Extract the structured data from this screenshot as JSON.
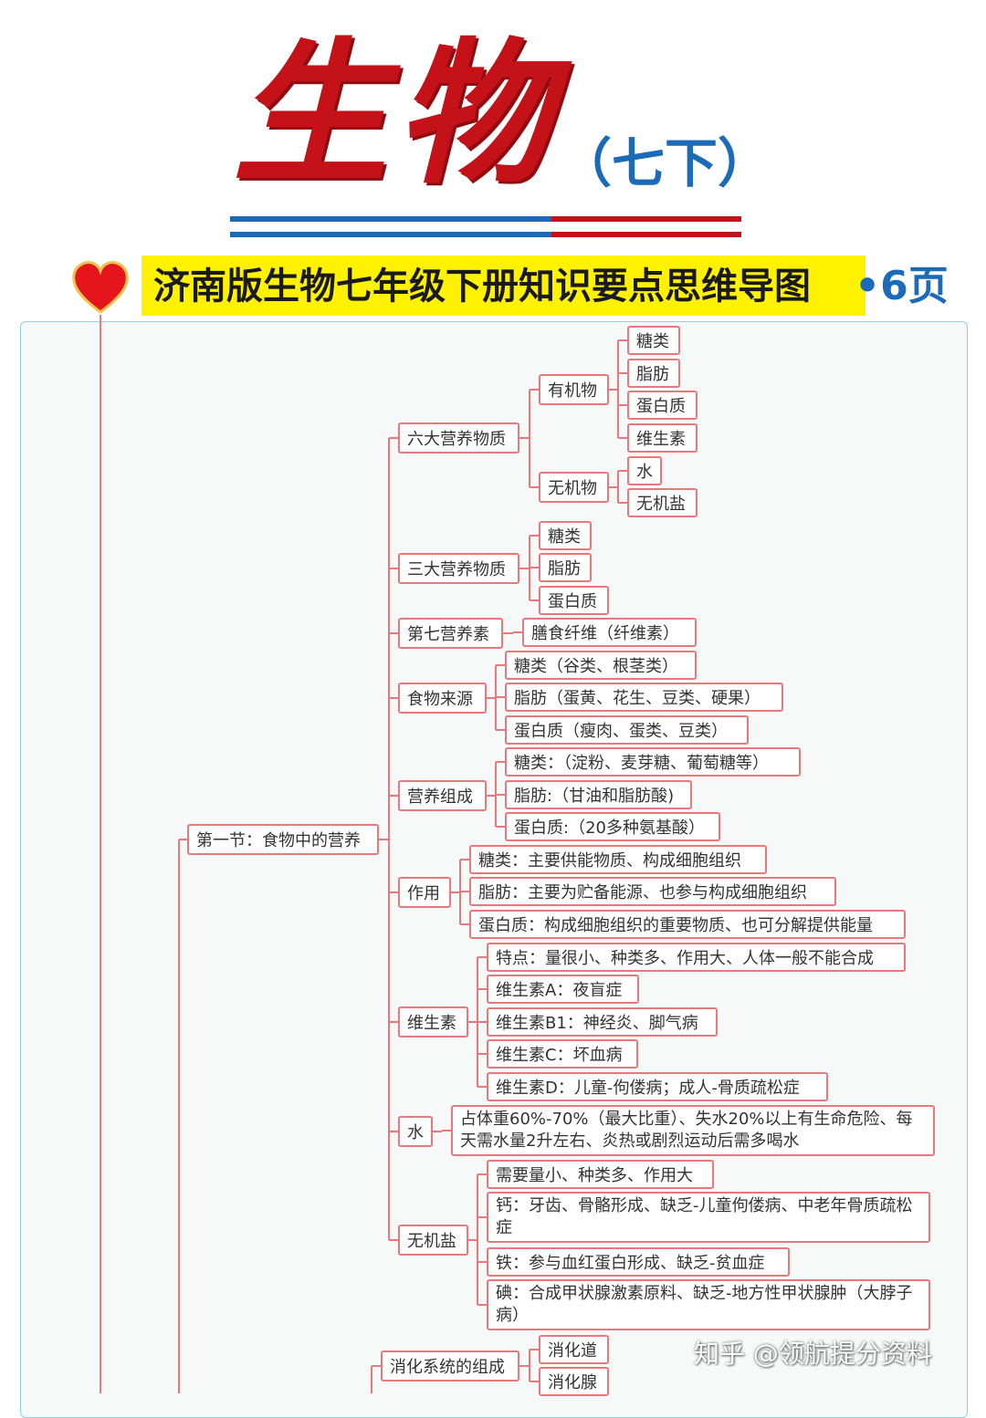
{
  "header": {
    "title": "生物",
    "subtitle": "（七下）",
    "banner": "济南版生物七年级下册知识要点思维导图",
    "pages": "•6页"
  },
  "watermark": "知乎 @领航提分资料",
  "colors": {
    "accent_red": "#c41218",
    "accent_blue": "#1c6bb8",
    "banner_yellow": "#fff200",
    "line": "#e8787c"
  },
  "mindmap": {
    "section1": {
      "label": "第一节：食物中的营养",
      "nutrients6": {
        "label": "六大营养物质",
        "organic": {
          "label": "有机物",
          "items": [
            "糖类",
            "脂肪",
            "蛋白质",
            "维生素"
          ]
        },
        "inorganic": {
          "label": "无机物",
          "items": [
            "水",
            "无机盐"
          ]
        }
      },
      "nutrients3": {
        "label": "三大营养物质",
        "items": [
          "糖类",
          "脂肪",
          "蛋白质"
        ]
      },
      "seventh": {
        "label": "第七营养素",
        "items": [
          "膳食纤维（纤维素）"
        ]
      },
      "sources": {
        "label": "食物来源",
        "items": [
          "糖类（谷类、根茎类）",
          "脂肪（蛋黄、花生、豆类、硬果）",
          "蛋白质（瘦肉、蛋类、豆类）"
        ]
      },
      "composition": {
        "label": "营养组成",
        "items": [
          "糖类：（淀粉、麦芽糖、葡萄糖等）",
          "脂肪:（甘油和脂肪酸)",
          "蛋白质:（20多种氨基酸）"
        ]
      },
      "function": {
        "label": "作用",
        "items": [
          "糖类：主要供能物质、构成细胞组织",
          "脂肪：主要为贮备能源、也参与构成细胞组织",
          "蛋白质：构成细胞组织的重要物质、也可分解提供能量"
        ]
      },
      "vitamin": {
        "label": "维生素",
        "items": [
          "特点：量很小、种类多、作用大、人体一般不能合成",
          "维生素A：夜盲症",
          "维生素B1：神经炎、脚气病",
          "维生素C：坏血病",
          "维生素D：儿童-佝偻病；成人-骨质疏松症"
        ]
      },
      "water": {
        "label": "水",
        "items": [
          "占体重60%-70%（最大比重）、失水20%以上有生命危险、每天需水量2升左右、炎热或剧烈运动后需多喝水"
        ]
      },
      "minerals": {
        "label": "无机盐",
        "items": [
          "需要量小、种类多、作用大",
          "钙：牙齿、骨骼形成、缺乏-儿童佝偻病、中老年骨质疏松症",
          "铁：参与血红蛋白形成、缺乏-贫血症",
          "碘：合成甲状腺激素原料、缺乏-地方性甲状腺肿（大脖子病）"
        ]
      }
    },
    "section2": {
      "digestive": {
        "label": "消化系统的组成",
        "items": [
          "消化道",
          "消化腺"
        ]
      }
    }
  }
}
